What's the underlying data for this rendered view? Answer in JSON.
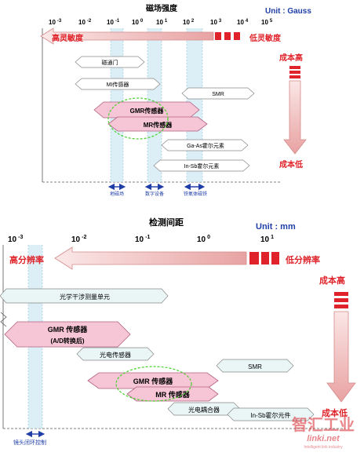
{
  "colors": {
    "accent_red": "#e0232a",
    "unit_blue": "#1f3ea8",
    "band_blue": "#cfe8f2",
    "pink_shape": "#f7c6d6",
    "light_teal": "#eaf6f6",
    "dashed_green": "#48d12c"
  },
  "top_panel": {
    "title": "磁场强度",
    "unit": "Unit : Gauss",
    "scale_labels": [
      {
        "base": "10",
        "exp": "-3"
      },
      {
        "base": "10",
        "exp": "-2"
      },
      {
        "base": "10",
        "exp": "-1"
      },
      {
        "base": "10",
        "exp": "0"
      },
      {
        "base": "10",
        "exp": "1"
      },
      {
        "base": "10",
        "exp": "2"
      },
      {
        "base": "10",
        "exp": "3"
      },
      {
        "base": "10",
        "exp": "4"
      },
      {
        "base": "10",
        "exp": "5"
      }
    ],
    "high_sensitivity": "高灵敏度",
    "low_sensitivity": "低灵敏度",
    "cost_high": "成本高",
    "cost_low": "成本低",
    "sensors": [
      "磁通门",
      "MI传感器",
      "SMR",
      "GMR传感器",
      "MR传感器",
      "Ga-As霍尔元素",
      "In-Sb霍尔元素"
    ],
    "bottom_labels": [
      "地磁场",
      "数字设备",
      "铁氧体磁铁"
    ]
  },
  "bottom_panel": {
    "title": "检测间距",
    "unit": "Unit : mm",
    "scale_labels": [
      {
        "base": "10",
        "exp": "-3"
      },
      {
        "base": "10",
        "exp": "-2"
      },
      {
        "base": "10",
        "exp": "-1"
      },
      {
        "base": "10",
        "exp": "0"
      },
      {
        "base": "10",
        "exp": "1"
      }
    ],
    "high_resolution": "高分辨率",
    "low_resolution": "低分辨率",
    "cost_high": "成本高",
    "cost_low": "成本低",
    "sensors": [
      "光学干涉测量单元",
      "GMR 传感器",
      "(A/D转换后)",
      "光电传感器",
      "SMR",
      "GMR 传感器",
      "MR 传感器",
      "光电耦合器",
      "In-Sb霍尔元件"
    ],
    "bottom_label": "镜头闭环控制"
  },
  "watermark": {
    "main": "智汇工业",
    "sub1": "linki.net",
    "sub2": "Intelligent link industry"
  }
}
